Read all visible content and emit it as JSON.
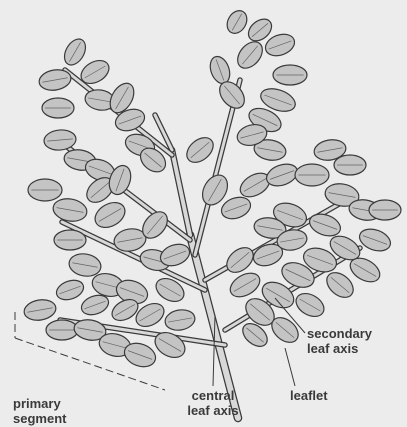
{
  "figure": {
    "background": "#ececec",
    "leaf_fill": "#c4c4c4",
    "leaf_stroke": "#3a3a3a",
    "leader_stroke": "#3a3a3a"
  },
  "labels": {
    "secondary_leaf_axis": {
      "line1": "secondary",
      "line2": "leaf axis"
    },
    "primary_segment": {
      "line1": "primary",
      "line2": "segment"
    },
    "central_leaf_axis": {
      "line1": "central",
      "line2": "leaf axis"
    },
    "leaflet": {
      "line1": "leaflet"
    }
  }
}
